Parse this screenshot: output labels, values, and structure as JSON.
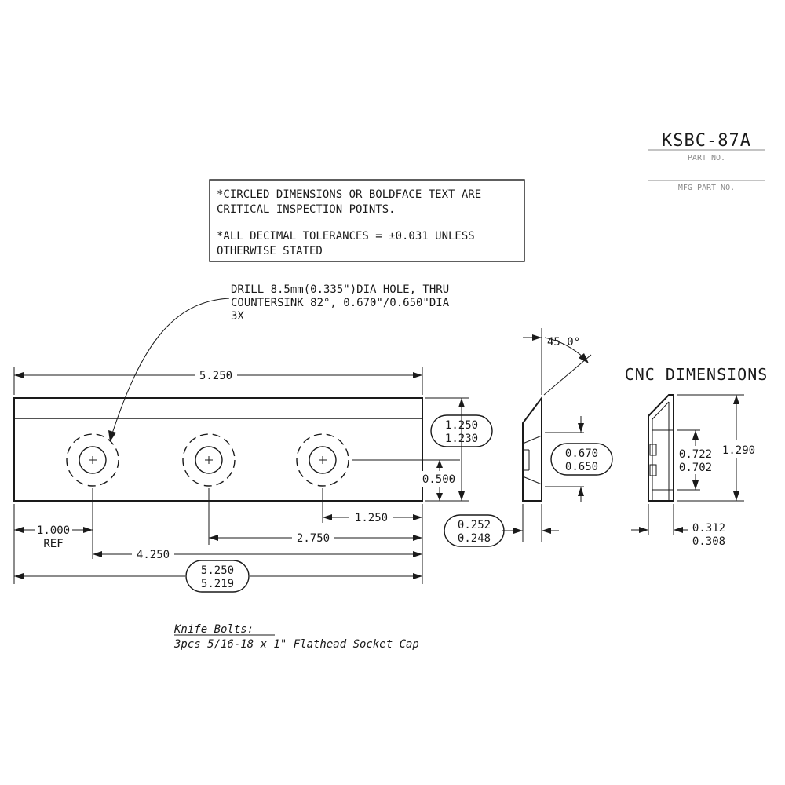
{
  "title_block": {
    "part_number": "KSBC-87A",
    "part_no_label": "PART NO.",
    "mfg_part_no_label": "MFG PART NO."
  },
  "notes": {
    "line1": "*CIRCLED DIMENSIONS OR BOLDFACE TEXT ARE",
    "line2": "CRITICAL INSPECTION POINTS.",
    "line3": "*ALL DECIMAL TOLERANCES = ±0.031 UNLESS",
    "line4": "OTHERWISE STATED"
  },
  "callout": {
    "line1": "DRILL 8.5mm(0.335\")DIA HOLE, THRU",
    "line2": "COUNTERSINK 82°, 0.670\"/0.650\"DIA",
    "line3": "3X"
  },
  "front_view": {
    "overall_length": "5.250",
    "height_max": "1.250",
    "height_min": "1.230",
    "hole_height": "0.500",
    "end_offset": "1.250",
    "first_hole": "1.000",
    "ref_label": "REF",
    "hole_spacing_1": "2.750",
    "hole_spacing_2": "4.250",
    "length_max": "5.250",
    "length_min": "5.219"
  },
  "side_view": {
    "angle": "45.0°",
    "csk_max": "0.670",
    "csk_min": "0.650",
    "thick_max": "0.252",
    "thick_min": "0.248"
  },
  "cnc_view": {
    "title": "CNC DIMENSIONS",
    "height": "1.290",
    "bore_max": "0.722",
    "bore_min": "0.702",
    "thick_max": "0.312",
    "thick_min": "0.308"
  },
  "knife_bolts": {
    "heading": "Knife Bolts:",
    "detail": "3pcs 5/16-18 x 1\" Flathead Socket Cap"
  }
}
